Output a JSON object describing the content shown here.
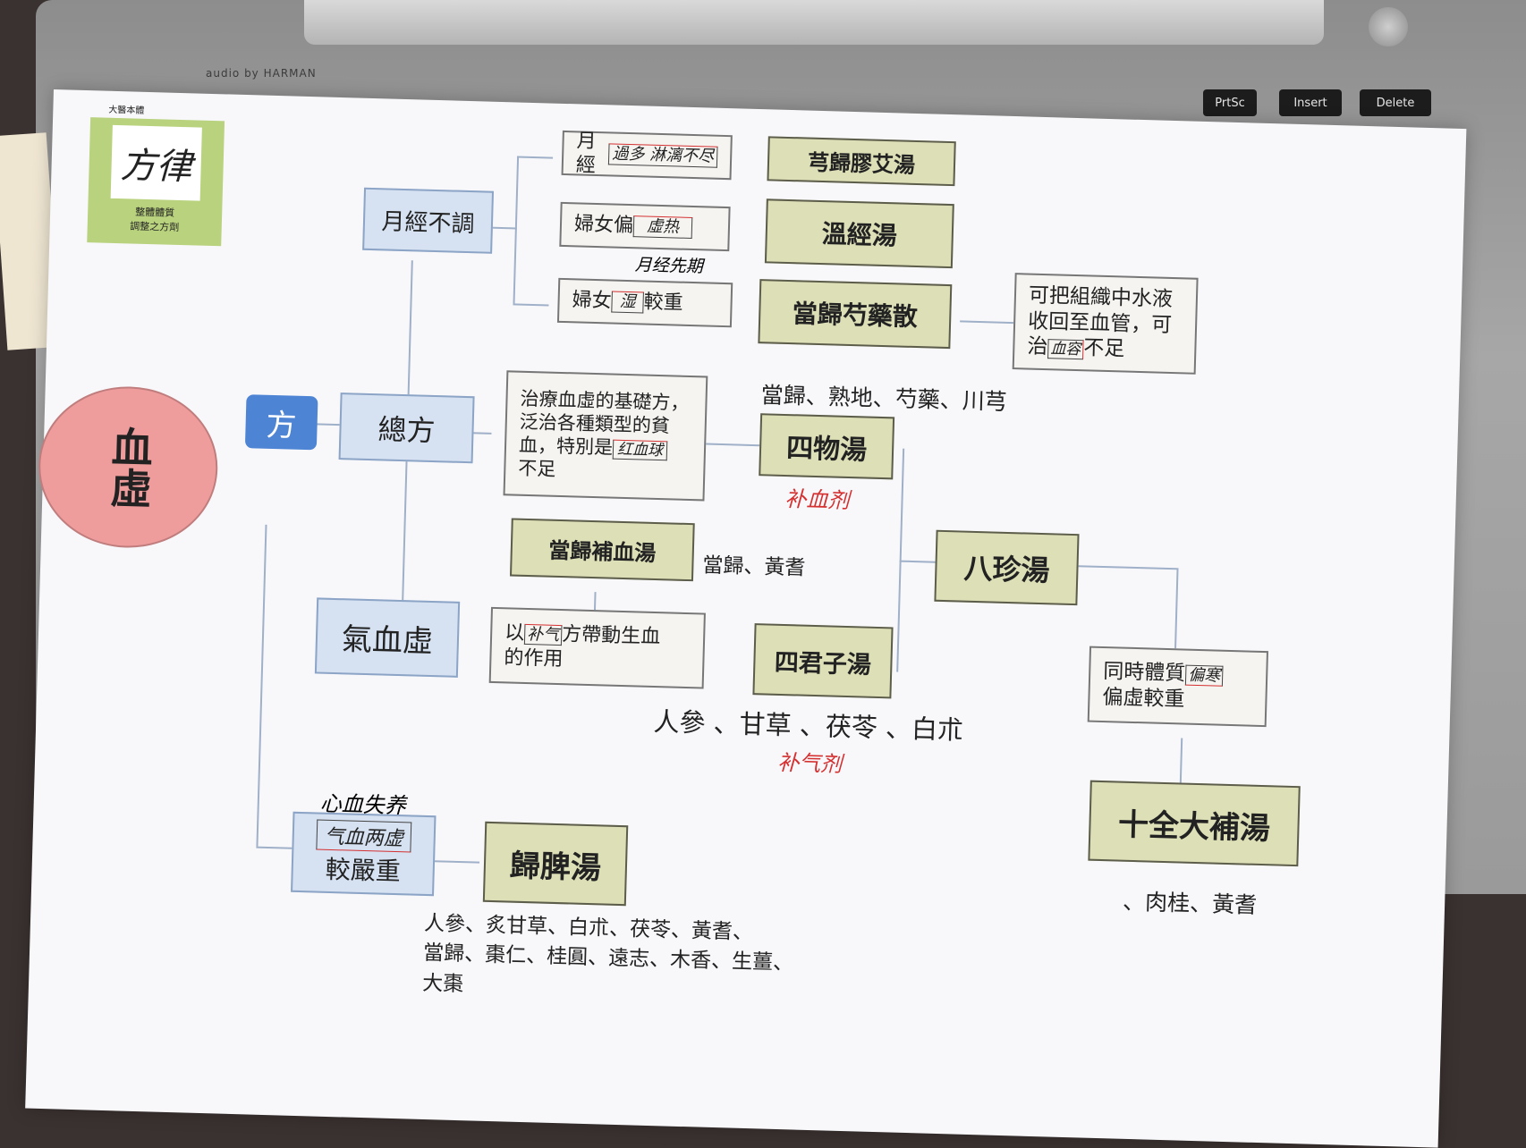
{
  "laptop": {
    "brand": "audio by HARMAN",
    "keys": [
      "PrtSc",
      "Insert",
      "Delete"
    ]
  },
  "logo": {
    "top_note": "大醫本體",
    "title": "方律",
    "subtitle_line1": "整體體質",
    "subtitle_line2": "調整之方劑"
  },
  "chart": {
    "main_node": "血虛",
    "fang_tag": "方",
    "zongfang": "總方",
    "yuejing": "月經不調",
    "qixue": "氣血虛",
    "xinpi_suffix": "較嚴重",
    "rows": {
      "r1_prefix": "月經",
      "r1_hand": "過多 淋漓不尽",
      "r2_prefix": "婦女偏",
      "r2_hand": "虛热",
      "r2_note": "月经先期",
      "r3_prefix": "婦女",
      "r3_hand": "湿",
      "r3_suffix": "較重"
    },
    "formulas": {
      "f1": "芎歸膠艾湯",
      "f2": "溫經湯",
      "f3": "當歸芍藥散",
      "siwu": "四物湯",
      "danggui_buxue": "當歸補血湯",
      "bazhen": "八珍湯",
      "sijunzi": "四君子湯",
      "guipi": "歸脾湯",
      "shiquan": "十全大補湯"
    },
    "notes": {
      "f3_line1": "可把組織中水液",
      "f3_line2": "收回至血管，可",
      "f3_line3_prefix": "治",
      "f3_hand": "血容",
      "f3_line3_suffix": "不足",
      "siwu_desc1": "治療血虛的基礎方，",
      "siwu_desc2": "泛治各種類型的貧",
      "siwu_desc3_prefix": "血，特別是",
      "siwu_hand": "红血球",
      "siwu_desc4": "不足",
      "siwu_herbs": "當歸、熟地、芍藥、川芎",
      "siwu_red": "补血剂",
      "dgbx_herbs": "當歸、黃耆",
      "yiqi_prefix": "以",
      "yiqi_hand": "补气",
      "yiqi_suffix": "方帶動生血",
      "yiqi_line2": "的作用",
      "sijunzi_herbs": "人參 、甘草 、茯苓 、白朮",
      "sijunzi_red": "补气剂",
      "tongshi_prefix": "同時體質",
      "tongshi_hand": "偏寒",
      "tongshi_line2": "偏虛較重",
      "shiquan_herbs": "、肉桂、黃耆",
      "xinpi_top": "心血失养",
      "xinpi_hand": "气血两虚",
      "guipi_herbs1": "人參、炙甘草、白朮、茯苓、黃耆、",
      "guipi_herbs2": "當歸、棗仁、桂圓、遠志、木香、生薑、",
      "guipi_herbs3": "大棗"
    }
  }
}
